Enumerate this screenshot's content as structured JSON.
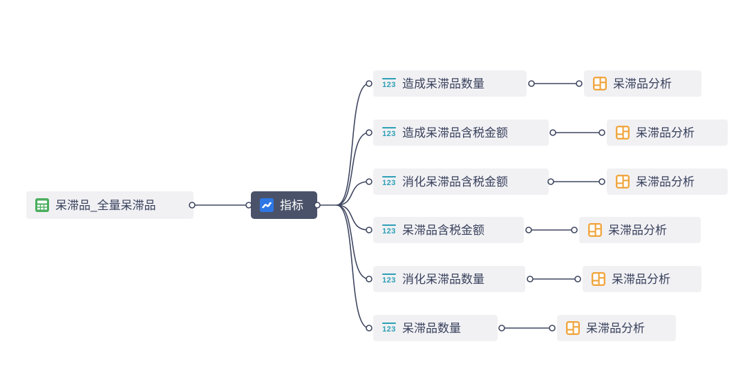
{
  "diagram": {
    "source": {
      "label": "呆滞品_全量呆滞品",
      "icon": "table-icon"
    },
    "hub": {
      "label": "指标",
      "icon": "metric-wave-icon"
    },
    "metric_icon_text": "123",
    "metrics": [
      "造成呆滞品数量",
      "造成呆滞品含税金额",
      "消化呆滞品含税金额",
      "呆滞品含税金额",
      "消化呆滞品数量",
      "呆滞品数量"
    ],
    "analyses": [
      "呆滞品分析",
      "呆滞品分析",
      "呆滞品分析",
      "呆滞品分析",
      "呆滞品分析",
      "呆滞品分析"
    ],
    "colors": {
      "node_bg": "#F1F1F4",
      "hub_bg": "#4A5269",
      "text": "#39415C",
      "edge": "#3E4660",
      "dataset_green": "#4BAE5E",
      "metric_teal": "#2C9FB5",
      "analysis_orange": "#F0A640",
      "hub_icon_blue": "#2D77E5"
    }
  }
}
